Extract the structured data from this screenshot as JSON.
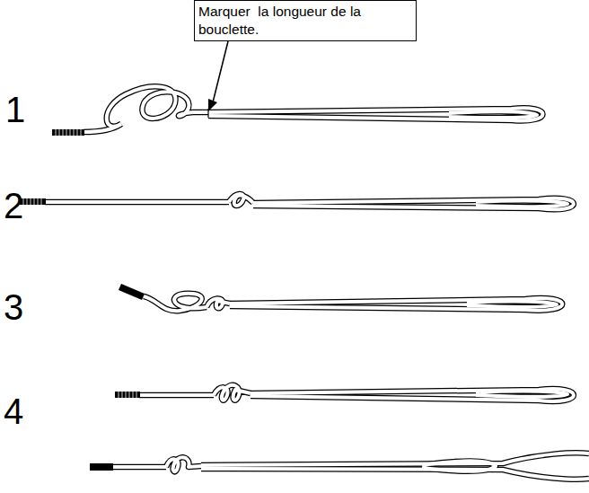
{
  "diagram": {
    "nodes": [
      {
        "text": [
          "Marquer  la longueur de la bouclette."
        ]
      }
    ],
    "labels": [
      "1",
      "2",
      "3",
      "4"
    ]
  }
}
